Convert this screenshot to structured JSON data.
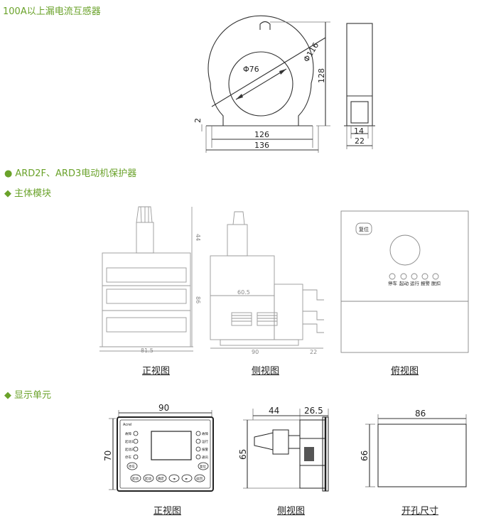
{
  "headings": {
    "ct": "100A以上漏电流互感器",
    "ard": "ARD2F、ARD3电动机保护器",
    "main_module": "主体模块",
    "display_unit": "显示单元"
  },
  "bullets": {
    "dot": "●",
    "diamond": "◆"
  },
  "ct_dims": {
    "inner_dia": "Φ76",
    "outer_dia": "Φ116",
    "height": "128",
    "base_gap": "2",
    "base_inner": "126",
    "base_outer": "136",
    "side_depth": "14",
    "side_width": "22"
  },
  "module_dims": {
    "top_h": "44",
    "body_h": "86",
    "width": "81.5",
    "side_inner": "60.5",
    "side_depth": "90",
    "side_extra": "22"
  },
  "top_view": {
    "reset": "复位",
    "leds": [
      "停车",
      "起动",
      "运行",
      "报警",
      "脱扣"
    ]
  },
  "display_dims": {
    "width": "90",
    "height": "70",
    "side_a": "44",
    "side_b": "26.5",
    "side_h": "65",
    "cut_w": "86",
    "cut_h": "66"
  },
  "panel": {
    "brand": "Acrel",
    "left_labels": [
      "故障",
      "起动1",
      "起动2",
      "停车"
    ],
    "right_labels": [
      "故障",
      "运行",
      "报警",
      "通讯"
    ],
    "bottom_buttons": [
      "起动",
      "起动",
      "确定",
      "◄",
      "►",
      "返回"
    ],
    "stop_button": "停车",
    "reset_button": "复位"
  },
  "captions": {
    "front1": "正视图",
    "side1": "侧视图",
    "top1": "俯视图",
    "front2": "正视图",
    "side2": "侧视图",
    "cutout": "开孔尺寸"
  },
  "colors": {
    "heading": "#6aa22a"
  }
}
